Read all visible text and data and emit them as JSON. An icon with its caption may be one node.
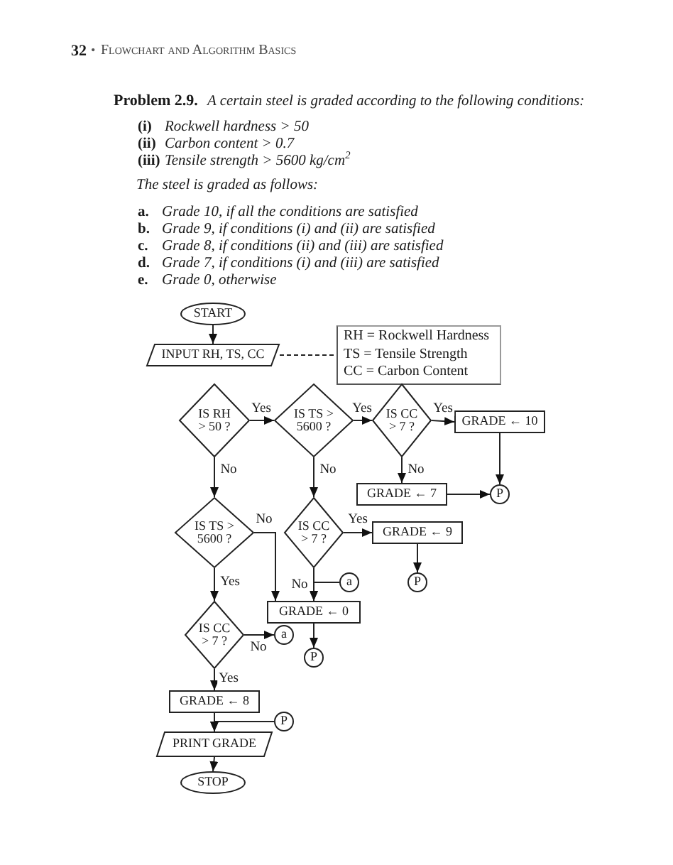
{
  "diagram": {
    "nodes": [
      {
        "text": [
          "START"
        ]
      },
      {
        "text": [
          "INPUT RH, TS, CC"
        ]
      },
      {
        "text": [
          "RH = Rockwell Hardness",
          "TS = Tensile Strength",
          "CC = Carbon Content"
        ]
      },
      {
        "text": [
          "IS RH > 50 ?"
        ]
      },
      {
        "text": [
          "IS TS > 5600 ?"
        ]
      },
      {
        "text": [
          "IS CC > 7 ?"
        ]
      },
      {
        "text": [
          "GRADE ← 10"
        ]
      },
      {
        "text": [
          "GRADE ← 7"
        ]
      },
      {
        "text": [
          "P"
        ]
      },
      {
        "text": [
          "IS TS > 5600 ?"
        ]
      },
      {
        "text": [
          "IS CC > 7 ?"
        ]
      },
      {
        "text": [
          "GRADE ← 9"
        ]
      },
      {
        "text": [
          "P"
        ]
      },
      {
        "text": [
          "a"
        ]
      },
      {
        "text": [
          "GRADE ← 0"
        ]
      },
      {
        "text": [
          "a"
        ]
      },
      {
        "text": [
          "P"
        ]
      },
      {
        "text": [
          "IS CC > 7 ?"
        ]
      },
      {
        "text": [
          "GRADE ← 8"
        ]
      },
      {
        "text": [
          "P"
        ]
      },
      {
        "text": [
          "PRINT GRADE"
        ]
      },
      {
        "text": [
          "STOP"
        ]
      }
    ],
    "edges": [
      {
        "from": 0,
        "to": 1,
        "arrow": "to"
      },
      {
        "from": 1,
        "to": 2,
        "arrow": "none",
        "style": "dashed"
      },
      {
        "from": 3,
        "to": 4,
        "arrow": "to",
        "label": "Yes"
      },
      {
        "from": 4,
        "to": 5,
        "arrow": "to",
        "label": "Yes"
      },
      {
        "from": 5,
        "to": 6,
        "arrow": "to",
        "label": "Yes"
      },
      {
        "from": 6,
        "to": 8,
        "arrow": "to"
      },
      {
        "from": 5,
        "to": 7,
        "arrow": "to",
        "label": "No"
      },
      {
        "from": 7,
        "to": 8,
        "arrow": "to"
      },
      {
        "from": 3,
        "to": 9,
        "arrow": "to",
        "label": "No"
      },
      {
        "from": 4,
        "to": 10,
        "arrow": "to",
        "label": "No"
      },
      {
        "from": 10,
        "to": 11,
        "arrow": "to",
        "label": "Yes"
      },
      {
        "from": 11,
        "to": 12,
        "arrow": "to"
      },
      {
        "from": 9,
        "to": 14,
        "arrow": "to",
        "label": "No"
      },
      {
        "from": 10,
        "to": 14,
        "arrow": "to",
        "label": "No"
      },
      {
        "from": 13,
        "to": 14,
        "arrow": "to"
      },
      {
        "from": 14,
        "to": 16,
        "arrow": "to"
      },
      {
        "from": 9,
        "to": 17,
        "arrow": "to",
        "label": "Yes"
      },
      {
        "from": 17,
        "to": 15,
        "arrow": "to",
        "label": "No"
      },
      {
        "from": 17,
        "to": 18,
        "arrow": "to",
        "label": "Yes"
      },
      {
        "from": 18,
        "to": 20,
        "arrow": "to"
      },
      {
        "from": 19,
        "to": 20,
        "arrow": "to"
      },
      {
        "from": 20,
        "to": 21,
        "arrow": "to"
      }
    ],
    "labels": [
      "32",
      "•",
      "Flowchart and Algorithm Basics",
      "Problem 2.9.",
      "A certain steel is graded according to the following conditions:",
      "(i)",
      "Rockwell hardness > 50",
      "(ii)",
      "Carbon content > 0.7",
      "(iii)",
      "Tensile strength > 5600 kg/cm$^{2}$",
      "The steel is graded as follows:",
      "a.",
      "Grade 10, if all the conditions are satisfied",
      "b.",
      "Grade 9, if conditions (i) and (ii) are satisfied",
      "c.",
      "Grade 8, if conditions (ii) and (iii) are satisfied",
      "d.",
      "Grade 7, if conditions (i) and (iii) are satisfied",
      "e.",
      "Grade 0, otherwise"
    ]
  }
}
